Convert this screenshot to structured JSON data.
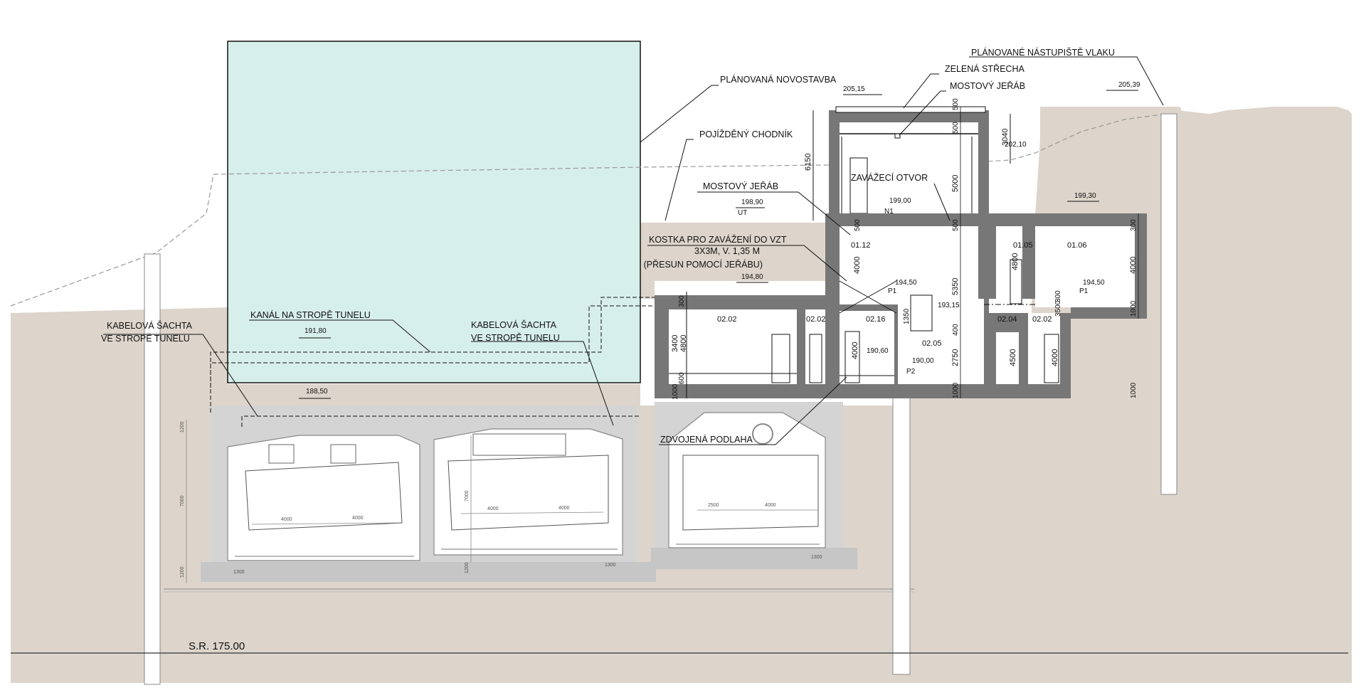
{
  "labels": {
    "planovane_nastupiste": "PLÁNOVANÉ NÁSTUPIŠTĚ VLAKU",
    "zelena_strecha": "ZELENÁ STŘECHA",
    "mostovy_jerab_top": "MOSTOVÝ JEŘÁB",
    "planovana_novostavba": "PLÁNOVANÁ NOVOSTAVBA",
    "pojizdeny_chodnik": "POJÍŽDĚNÝ CHODNÍK",
    "mostovy_jerab_left": "MOSTOVÝ JEŘÁB",
    "zavazeci_otvor": "ZAVÁŽECÍ OTVOR",
    "kostka_1": "KOSTKA PRO ZAVÁŽENÍ DO VZT",
    "kostka_2": "3X3M, V. 1,35 M",
    "kostka_3": "(PŘESUN POMOCÍ JEŘÁBU)",
    "kabelova_left_1": "KABELOVÁ ŠACHTA",
    "kabelova_left_2": "VE STROPĚ TUNELU",
    "kanal": "KANÁL NA STROPĚ TUNELU",
    "kabelova_mid_1": "KABELOVÁ ŠACHTA",
    "kabelova_mid_2": "VE STROPĚ TUNELU",
    "zdvojena_podlaha": "ZDVOJENÁ PODLAHA",
    "sr": "S.R.   175.00"
  },
  "levels": {
    "l205_15": "205,15",
    "l205_39": "205,39",
    "l202_10": "202,10",
    "l199_30": "199,30",
    "l199_00": "199,00",
    "l198_90": "198,90",
    "ut": "UT",
    "n1": "N1",
    "l194_80": "194,80",
    "l194_50a": "194,50",
    "l194_50b": "194,50",
    "p1a": "P1",
    "p1b": "P1",
    "l193_15": "193,15",
    "l191_80": "191,80",
    "l190_60": "190,60",
    "l190_00": "190,00",
    "p2": "P2",
    "l188_50": "188,50"
  },
  "dims": {
    "d6150": "6150",
    "d3040": "3040",
    "d500a": "500",
    "d500b": "500",
    "d5000": "5000",
    "d500c": "500",
    "d500d": "500",
    "d4000a": "4000",
    "d5350": "5350",
    "d4800a": "4800",
    "d4000b": "4000",
    "d300a": "300",
    "d300b": "300",
    "d3500": "3500",
    "d1000a": "1000",
    "d300c": "300",
    "d3400": "3400",
    "d4800b": "4800",
    "d600": "600",
    "d1000b": "1000",
    "d1350": "1350",
    "d400": "400",
    "d4000c": "4000",
    "d2750": "2750",
    "d1000c": "1000",
    "d4500": "4500",
    "d4000d": "4000",
    "d1000d": "1000"
  },
  "rooms": {
    "r0112": "01.12",
    "r0105": "01.05",
    "r0106": "01.06",
    "r0202a": "02.02",
    "r0202b": "02.02",
    "r0216": "02.16",
    "r0205": "02.05",
    "r0204": "02.04",
    "r0202c": "02.02"
  },
  "tunnel_dims": {
    "t1200a": "1200",
    "t7000a": "7000",
    "t1200b": "1200",
    "t4000a": "4000",
    "t4000b": "4000",
    "t1300a": "1300",
    "t7000b": "7000",
    "t4000c": "4000",
    "t4000d": "4000",
    "t1200c": "1200",
    "t1300b": "1300",
    "t2500": "2500",
    "t4000e": "4000",
    "t1300c": "1300"
  },
  "colors": {
    "soil": "#ddd5cb",
    "sky_block": "#d7efea",
    "concrete": "#777777",
    "tunnel_zone": "#d4d4d4",
    "tunnel_fill": "#ffffff"
  }
}
